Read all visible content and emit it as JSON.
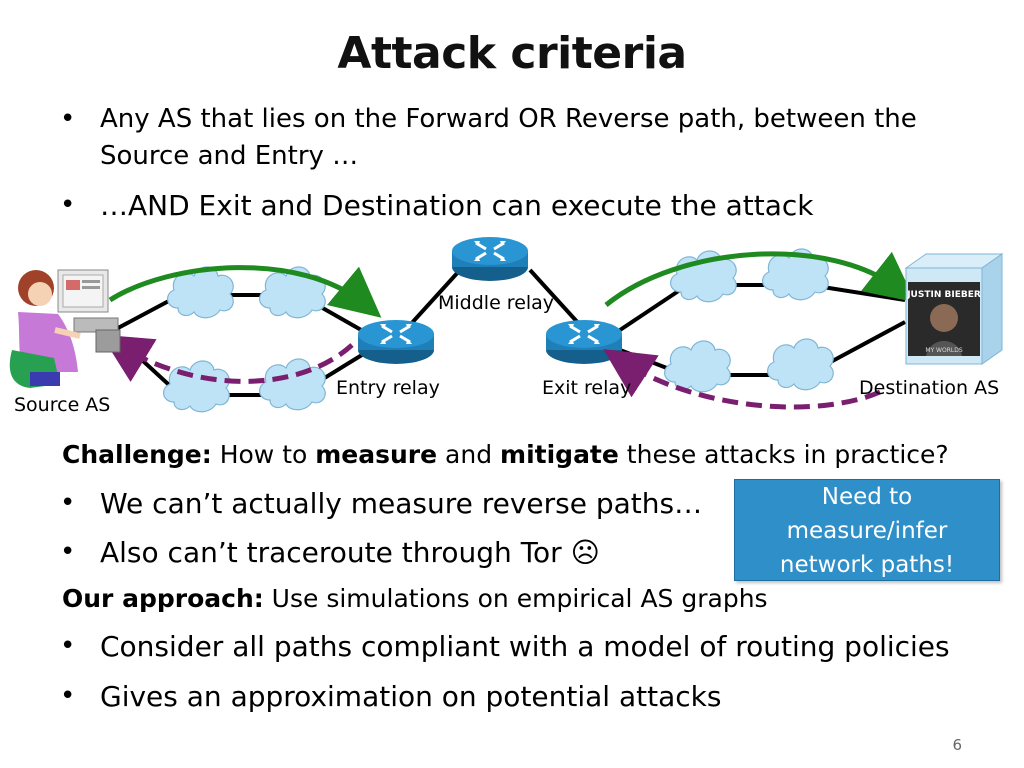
{
  "title": "Attack criteria",
  "bullets_top": [
    {
      "line1": "Any AS that lies on the Forward OR Reverse path, between the",
      "line2": "Source and Entry …"
    },
    {
      "line1": "…AND Exit and Destination can execute the attack"
    }
  ],
  "diagram": {
    "labels": {
      "source": "Source AS",
      "entry": "Entry relay",
      "middle": "Middle relay",
      "exit": "Exit relay",
      "destination": "Destination AS"
    },
    "album_text": {
      "top": "JUSTIN BIEBER",
      "bottom": "MY WORLDS"
    },
    "colors": {
      "forward": "#1f8a1f",
      "reverse": "#7a1f6f",
      "router": "#1f7fb8",
      "cloud": "#bfe3f6"
    }
  },
  "challenge": {
    "lead": "Challenge:",
    "t1": " How to ",
    "b1": "measure",
    "t2": " and ",
    "b2": "mitigate",
    "t3": " these attacks in practice?"
  },
  "challenge_bullets": [
    "We can’t actually measure reverse paths…",
    "Also can’t traceroute through Tor ☹"
  ],
  "callout": {
    "line1": "Need to",
    "line2": "measure/infer",
    "line3": "network paths!"
  },
  "approach": {
    "lead": "Our approach:",
    "text": " Use simulations on empirical AS graphs"
  },
  "approach_bullets": [
    "Consider all paths compliant with a model of routing policies",
    "Gives an approximation on potential attacks"
  ],
  "page_number": "6"
}
